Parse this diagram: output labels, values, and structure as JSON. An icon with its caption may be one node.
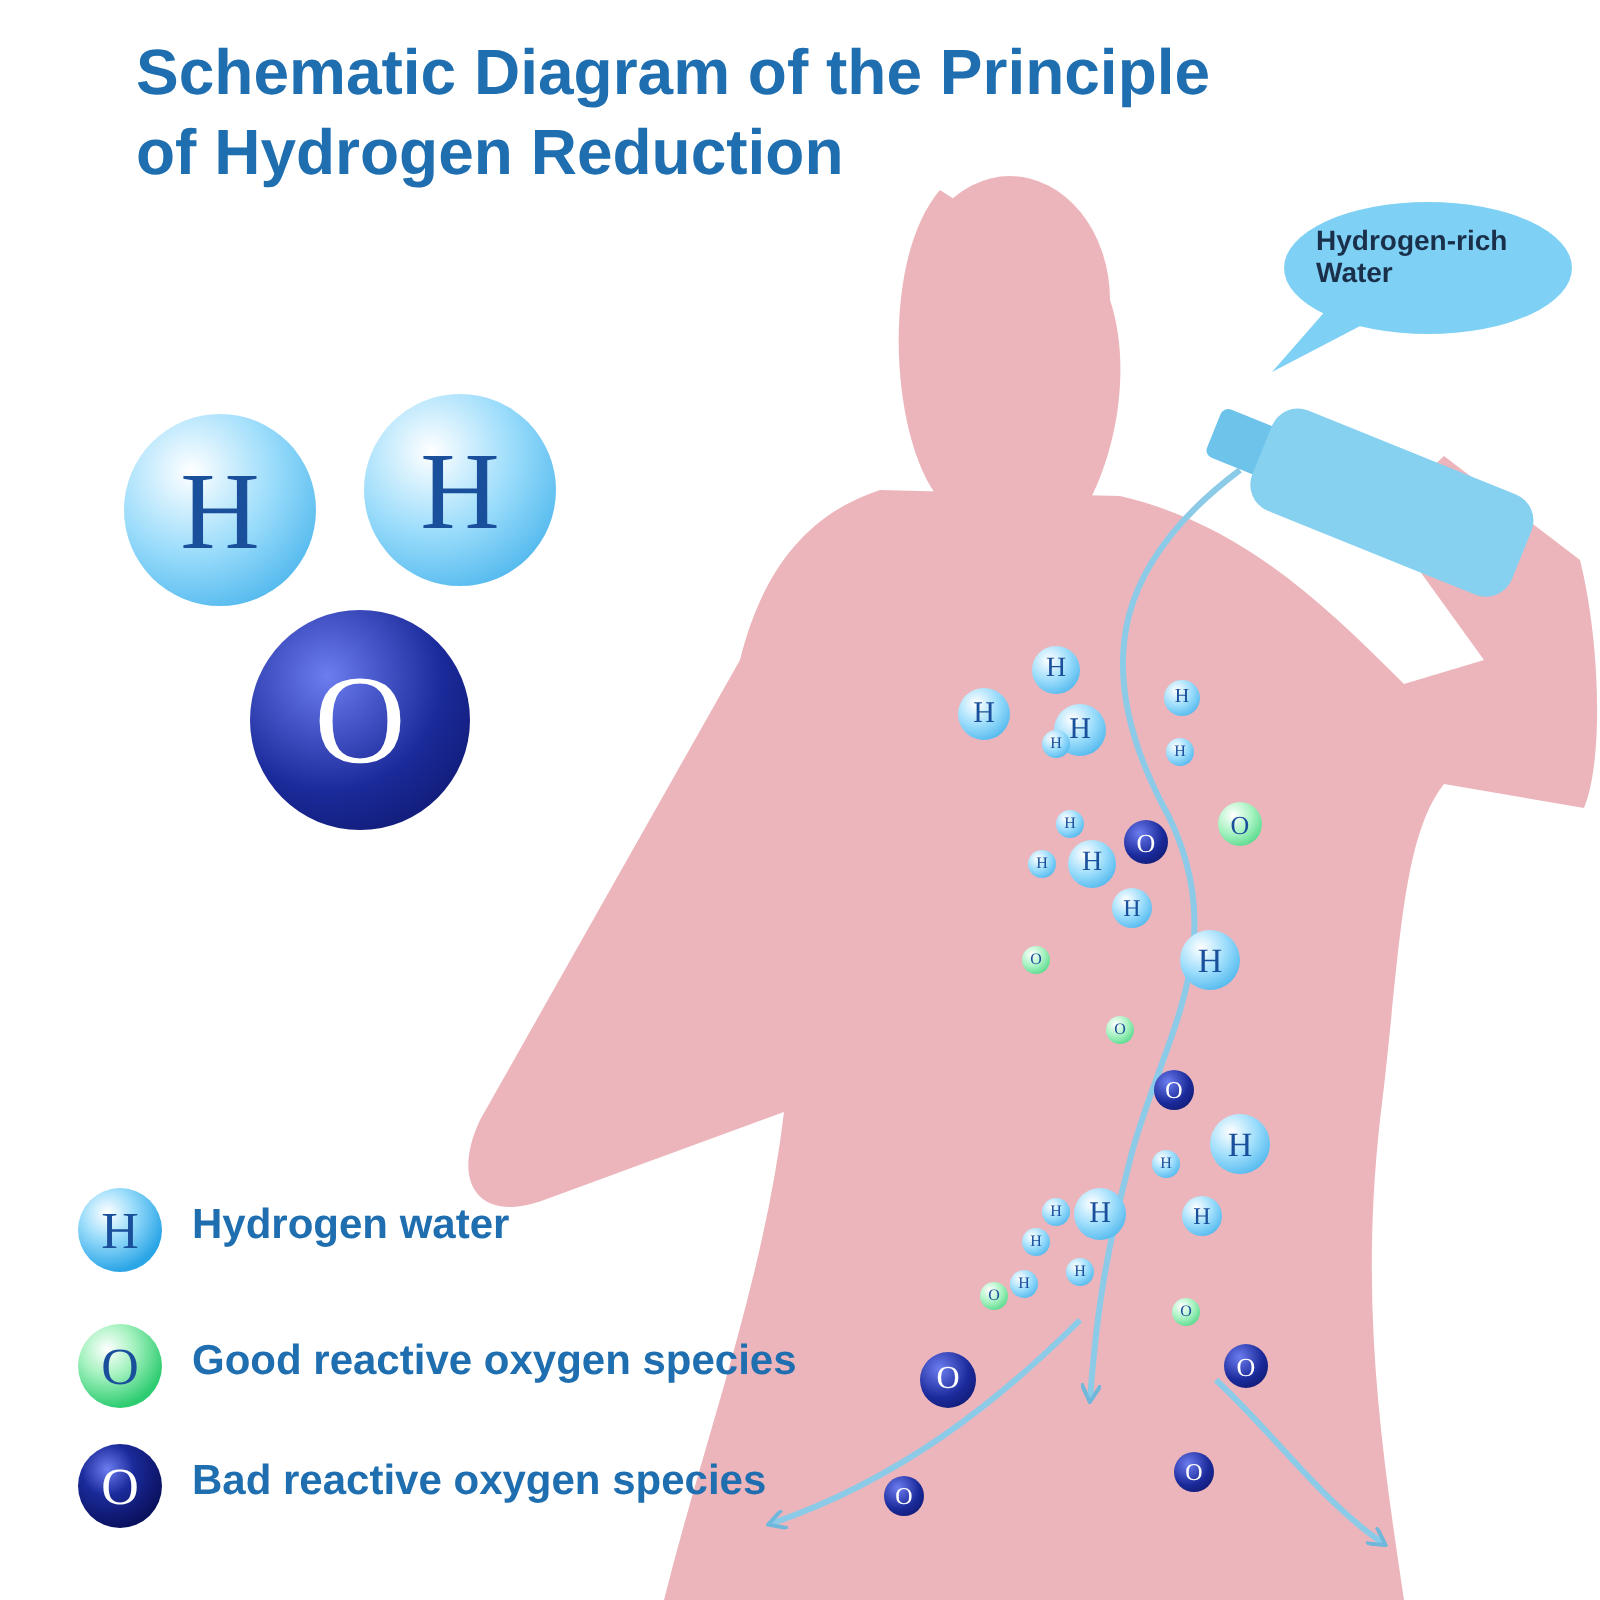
{
  "diagram": {
    "title": "Schematic Diagram of the Principle of Hydrogen Reduction",
    "nodes": [
      {
        "text": [
          "Hydrogen-rich Water"
        ]
      },
      {
        "text": [
          "H"
        ]
      },
      {
        "text": [
          "H"
        ]
      },
      {
        "text": [
          "O"
        ]
      },
      {
        "text": [
          "H"
        ]
      },
      {
        "text": [
          "H"
        ]
      },
      {
        "text": [
          "H"
        ]
      },
      {
        "text": [
          "H"
        ]
      },
      {
        "text": [
          "H"
        ]
      },
      {
        "text": [
          "H"
        ]
      },
      {
        "text": [
          "O"
        ]
      },
      {
        "text": [
          "H"
        ]
      },
      {
        "text": [
          "O"
        ]
      },
      {
        "text": [
          "H"
        ]
      },
      {
        "text": [
          "H"
        ]
      },
      {
        "text": [
          "H"
        ]
      },
      {
        "text": [
          "H"
        ]
      },
      {
        "text": [
          "O"
        ]
      },
      {
        "text": [
          "O"
        ]
      },
      {
        "text": [
          "O"
        ]
      },
      {
        "text": [
          "H"
        ]
      },
      {
        "text": [
          "H"
        ]
      },
      {
        "text": [
          "H"
        ]
      },
      {
        "text": [
          "H"
        ]
      },
      {
        "text": [
          "H"
        ]
      },
      {
        "text": [
          "H"
        ]
      },
      {
        "text": [
          "H"
        ]
      },
      {
        "text": [
          "H"
        ]
      },
      {
        "text": [
          "O"
        ]
      },
      {
        "text": [
          "O"
        ]
      },
      {
        "text": [
          "O"
        ]
      },
      {
        "text": [
          "O"
        ]
      },
      {
        "text": [
          "O"
        ]
      },
      {
        "text": [
          "O"
        ]
      }
    ],
    "labels": [
      "H",
      "O",
      "O"
    ],
    "legend": [
      {
        "text": "Hydrogen water"
      },
      {
        "text": "Good reactive oxygen species"
      },
      {
        "text": "Bad reactive oxygen species"
      }
    ]
  }
}
